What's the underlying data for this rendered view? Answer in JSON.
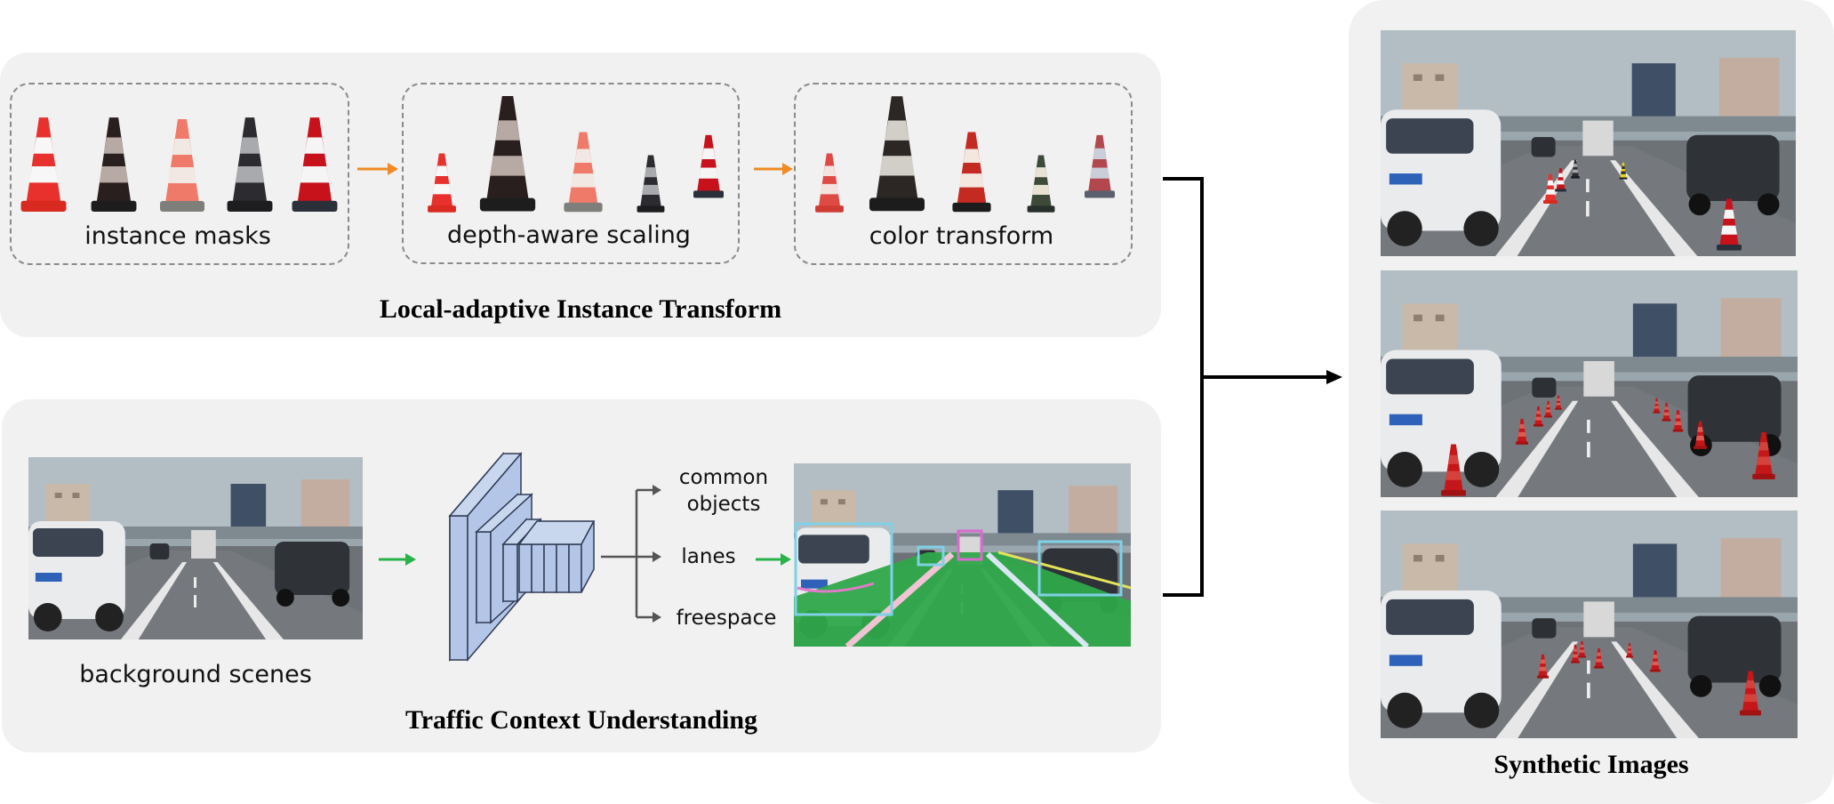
{
  "top_panel": {
    "title": "Local-adaptive Instance Transform",
    "box1_caption": "instance masks",
    "box2_caption": "depth-aware scaling",
    "box3_caption": "color transform"
  },
  "bottom_panel": {
    "title": "Traffic Context Understanding",
    "input_caption": "background scenes",
    "outputs": [
      "common objects",
      "lanes",
      "freespace"
    ]
  },
  "right_panel": {
    "title": "Synthetic Images"
  },
  "colors": {
    "panel_bg": "#f1f1f1",
    "orange_arrow": "#f08a24",
    "green_arrow": "#28b34a",
    "cnn_fill": "#b4c6e7",
    "cnn_stroke": "#2f3b55",
    "freespace": "#2fa84a"
  }
}
